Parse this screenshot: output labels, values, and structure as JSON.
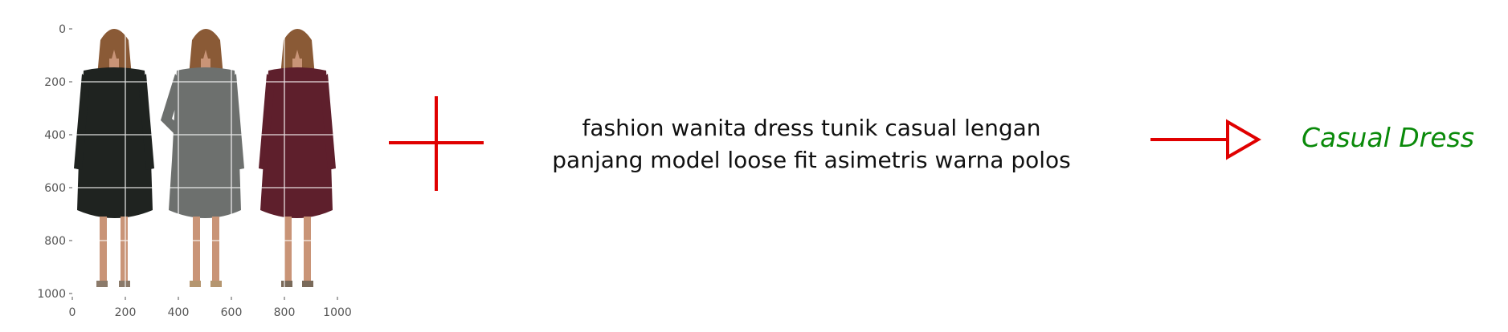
{
  "plot": {
    "x_ticks": [
      "0",
      "200",
      "400",
      "600",
      "800",
      "1000"
    ],
    "y_ticks": [
      "0",
      "200",
      "400",
      "600",
      "800",
      "1000"
    ],
    "grid": true,
    "image_content": "three dresses: black, grey, maroon"
  },
  "colors": {
    "dress_1": "#1f2320",
    "dress_2": "#6d706e",
    "dress_3": "#5e1f2c",
    "operator": "#e00000",
    "result": "#0a8a0a"
  },
  "operator_symbols": {
    "plus": "plus-icon",
    "arrow": "arrow-right-icon"
  },
  "caption": {
    "line1": "fashion wanita dress tunik casual lengan",
    "line2": "panjang model loose fit asimetris warna polos"
  },
  "result_label": "Casual Dress"
}
